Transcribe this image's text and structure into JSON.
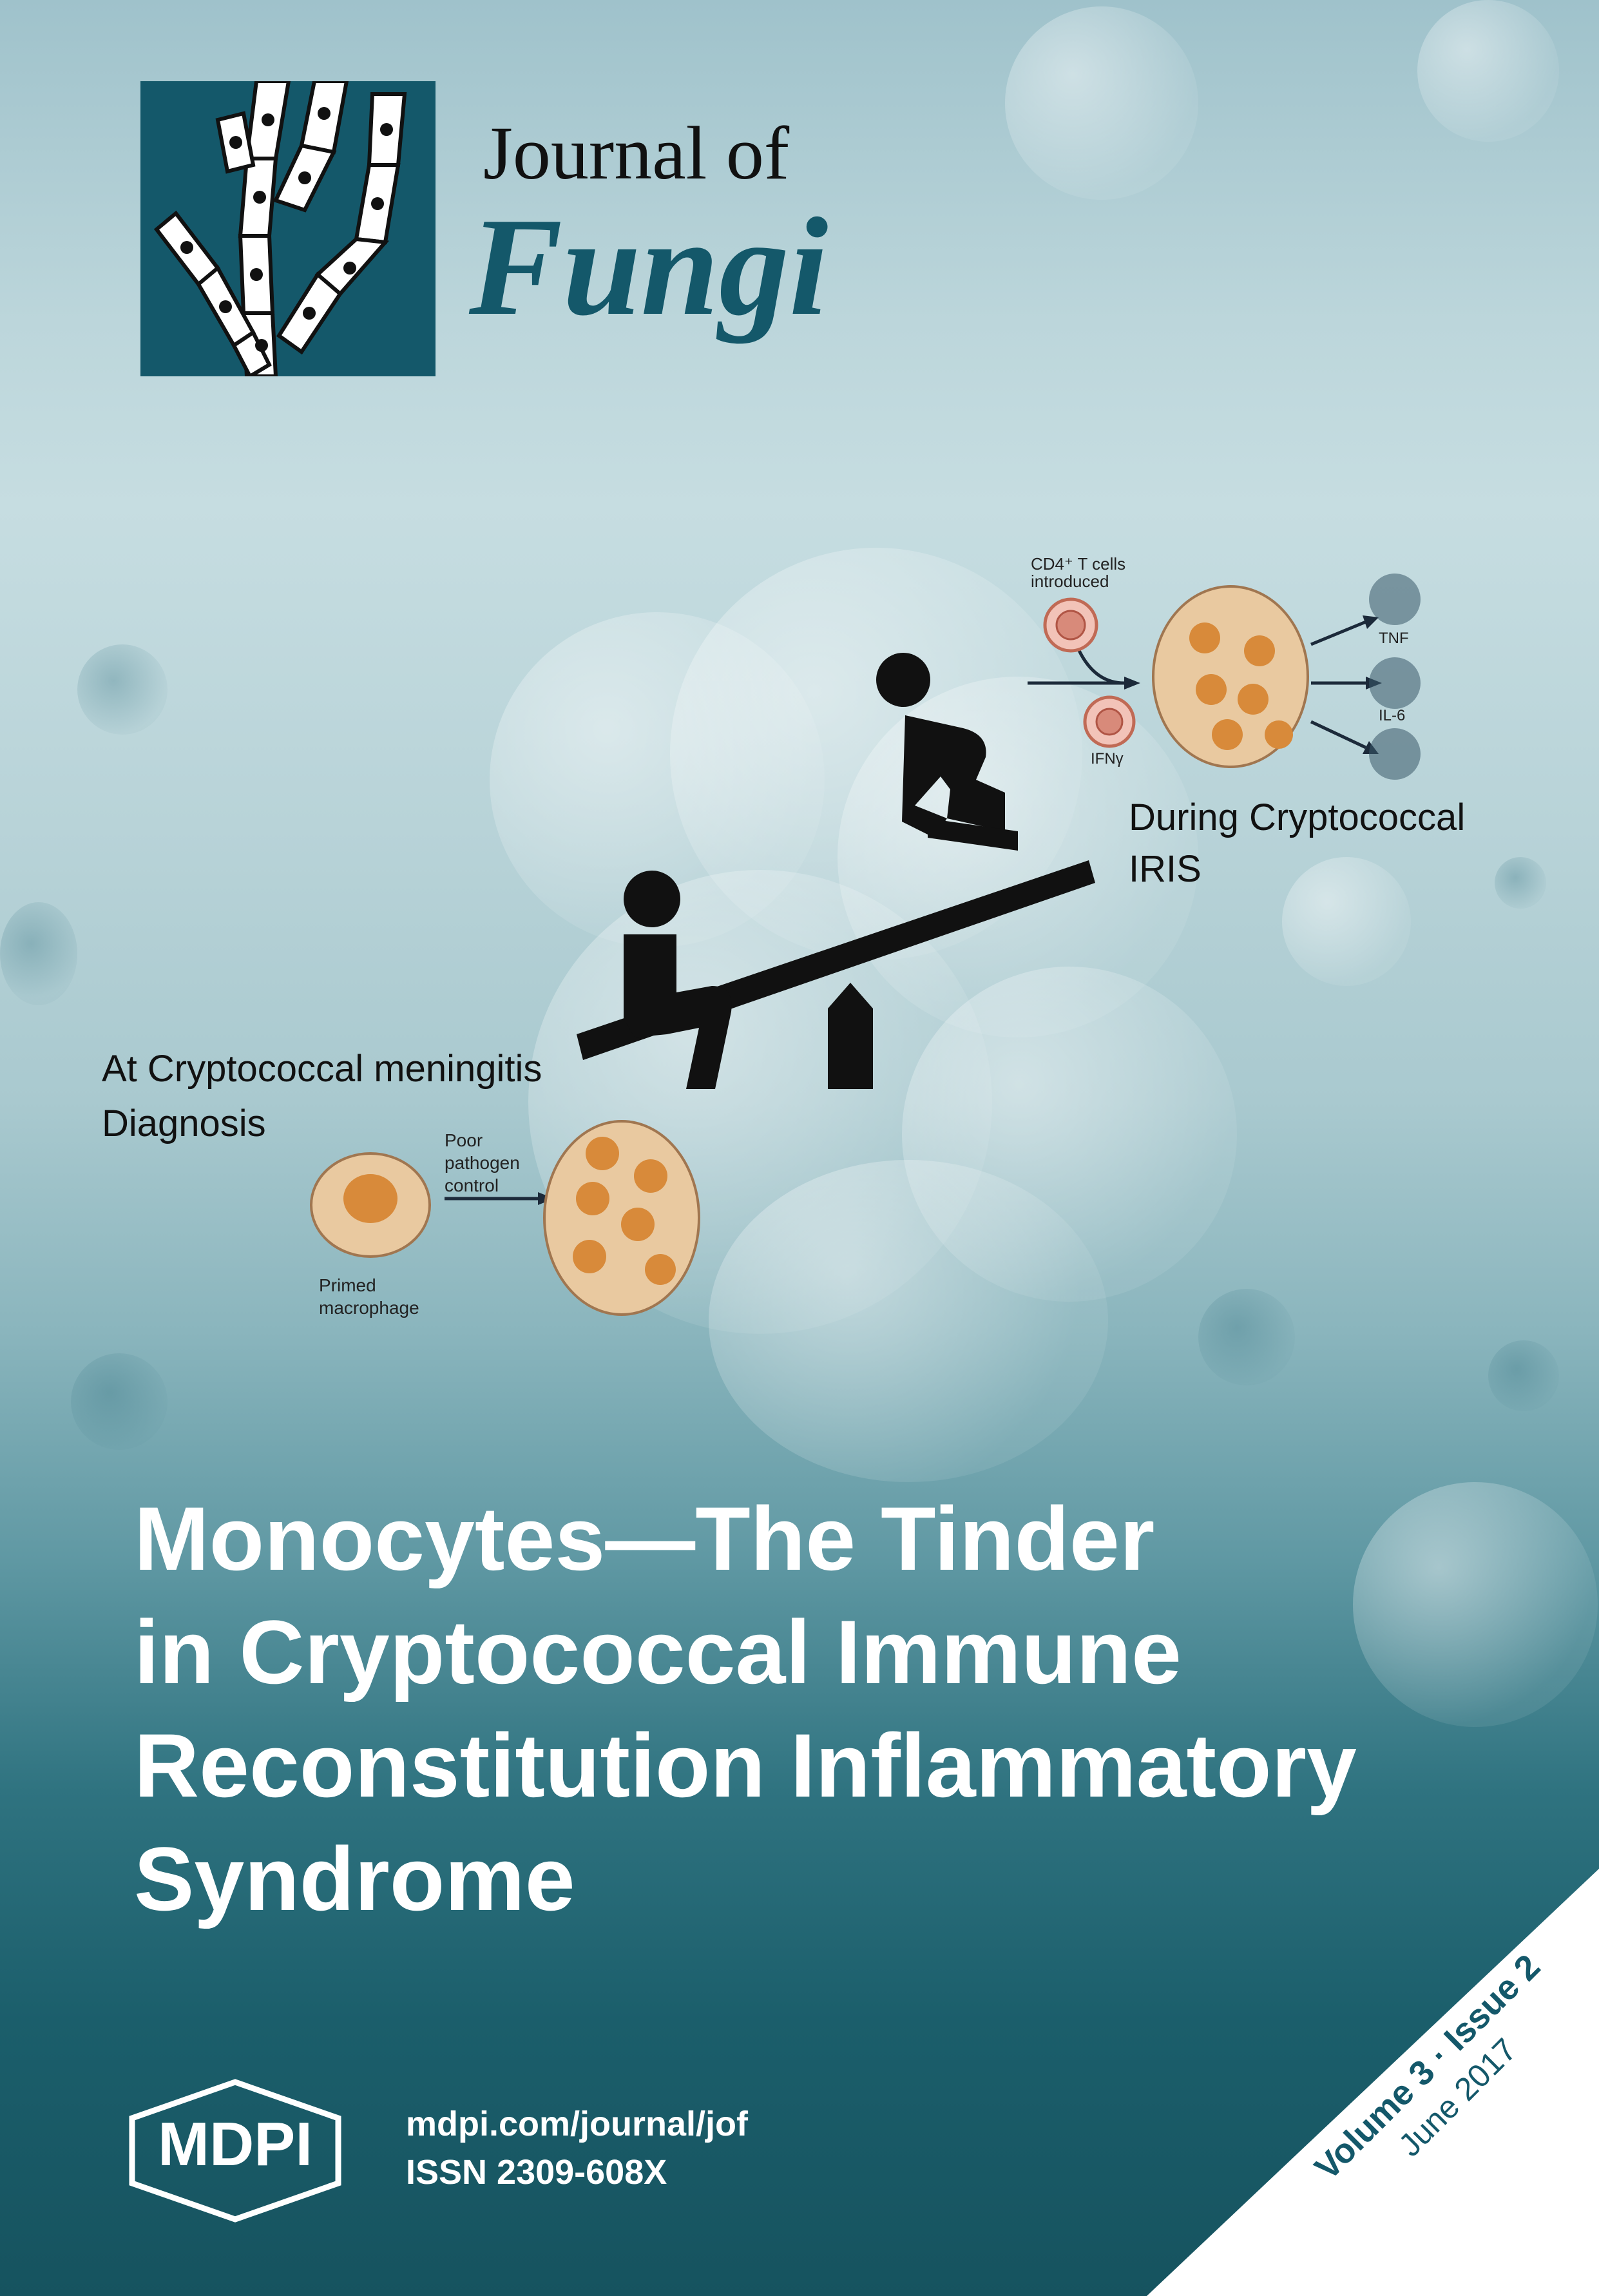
{
  "journal": {
    "title_line1": "Journal of",
    "title_line2": "Fungi"
  },
  "figure": {
    "top_cells_label": "CD4⁺ T cells introduced",
    "ifn_label": "IFNγ",
    "tnf_label": "TNF",
    "il6_label": "IL-6",
    "during_line1": "During Cryptococcal",
    "during_line2": "IRIS",
    "at_line1": "At Cryptococcal meningitis",
    "at_line2": "Diagnosis",
    "poor_label_1": "Poor",
    "poor_label_2": "pathogen",
    "poor_label_3": "control",
    "primed_label_1": "Primed",
    "primed_label_2": "macrophage"
  },
  "headline": {
    "line1": "Monocytes—The Tinder",
    "line2": "in Cryptococcal Immune",
    "line3": "Reconstitution Inflammatory",
    "line4": "Syndrome"
  },
  "publisher": {
    "name": "MDPI",
    "url": "mdpi.com/journal/jof",
    "issn": "ISSN 2309-608X"
  },
  "issue": {
    "volume_issue": "Volume 3 · Issue 2",
    "date": "June 2017"
  },
  "colors": {
    "brand_teal": "#14586a",
    "headline_text": "#ffffff"
  }
}
